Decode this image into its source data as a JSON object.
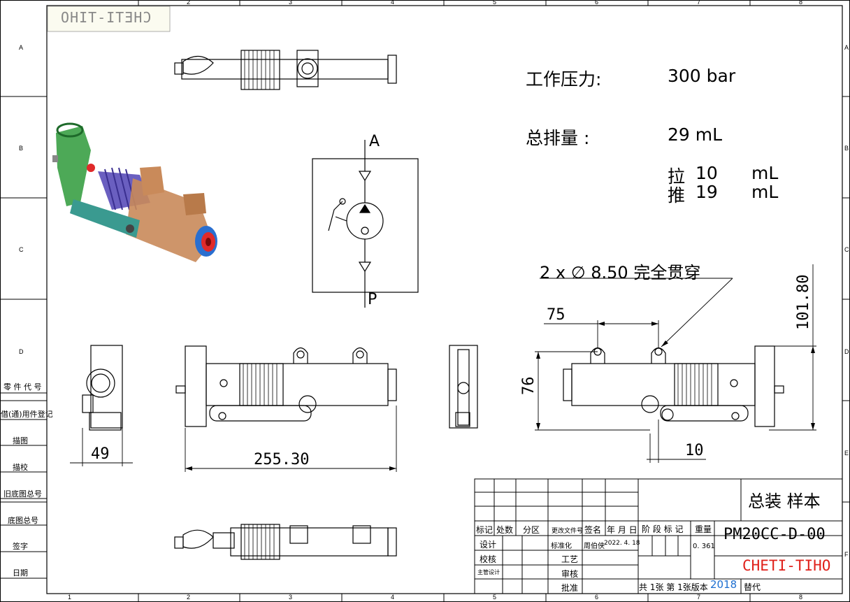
{
  "grid": {
    "columns": [
      "1",
      "2",
      "3",
      "4",
      "5",
      "6",
      "7",
      "8"
    ],
    "rows": [
      "A",
      "B",
      "C",
      "D",
      "E",
      "F"
    ]
  },
  "watermark_mirrored": "CHETI-TIHO",
  "specs": {
    "pressure_label": "工作压力:",
    "pressure_value": "300 bar",
    "displacement_label": "总排量  :",
    "displacement_value": "29 mL",
    "pull_label": "拉",
    "pull_value": "10",
    "pull_unit": "mL",
    "push_label": "推",
    "push_value": "19",
    "push_unit": "mL"
  },
  "schematic": {
    "port_a": "A",
    "port_p": "P"
  },
  "dimensions": {
    "hole_note": "2 x ∅ 8.50 完全贯穿",
    "d75": "75",
    "d101": "101.80",
    "d76": "76",
    "d10": "10",
    "d49": "49",
    "d255": "255.30"
  },
  "side_labels": [
    "零 件 代 号",
    "借(通)用件登记",
    "描图",
    "描校",
    "旧底图总号",
    "底图总号",
    "签字",
    "日期"
  ],
  "title_block": {
    "header_row": [
      "标记",
      "处数",
      "分区",
      "更改文件号",
      "签名",
      "年 月 日"
    ],
    "role_design": "设计",
    "role_standard": "标准化",
    "designer": "周伯侠",
    "date": "2022. 4. 18",
    "role_check": "校核",
    "role_process": "工艺",
    "role_chief": "主管设计",
    "role_review": "审核",
    "role_approve": "批准",
    "stage_label": "阶 段 标 记",
    "weight_label": "重量",
    "weight_value": "0. 361",
    "title": "总装 样本",
    "drawing_no": "PM20CC-D-00",
    "company": "CHETI-TIHO",
    "sheet_info": "共 1张 第 1张版本",
    "version": "2018",
    "replace": "替代"
  },
  "colors": {
    "company_red": "#e0201a",
    "version_blue": "#1e6fd0",
    "bracket_green": "#2e9a3a",
    "bellows_purple": "#6a5fc0",
    "body_copper": "#c98a5a",
    "link_teal": "#3a9a90",
    "cap_red": "#e02a2a"
  }
}
